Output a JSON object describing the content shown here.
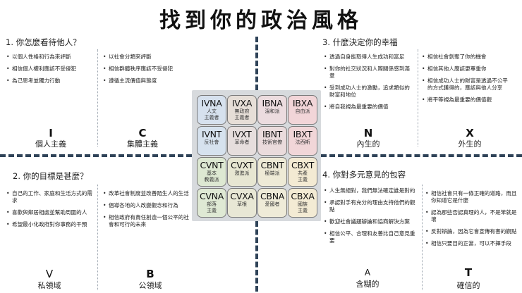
{
  "title": "找到你的政治風格",
  "quadrants": [
    {
      "title": "1. 你怎麼看待他人？",
      "left": {
        "items": [
          "以個人性格和行為來評斷",
          "相信個人權利應該不受侵犯",
          "為己思考並獨力行動"
        ],
        "letter": "I",
        "label": "個人主義"
      },
      "right": {
        "items": [
          "以社會分類來評斷",
          "相信群體秩序應該不受侵犯",
          "遵循主流價值與態度"
        ],
        "letter": "C",
        "label": "集體主義"
      }
    },
    {
      "title": "2. 你的目標是甚麼？",
      "left": {
        "items": [
          "自己的工作、家庭和生活方式的需求",
          "喜歡與鄰居相處並幫助周圍的人",
          "希望最小化政府對你事務的干預"
        ],
        "letter": "V",
        "label": "私領域"
      },
      "right": {
        "items": [
          "改革社會制度並改善陌生人的生活",
          "倡導各地的人改變觀念和行為",
          "相信政府有責任創造一個公平的社會和可行的未來"
        ],
        "letter": "B",
        "label": "公領域"
      }
    },
    {
      "title": "3. 什麼決定你的幸福",
      "left": {
        "items": [
          "透過自身能取得人生成功和富足",
          "對你的社交狀況和人際關係感到滿意",
          "受到成功人士的激勵，追求類似的財富和地位",
          "將自我視為最重要的價值"
        ],
        "letter": "N",
        "label": "內生的"
      },
      "right": {
        "items": [
          "相信社會剝奪了你的機會",
          "相信其他人應該更尊重你",
          "相信成功人士的財富是透過不公平的方式獲得的，應該與他人分享",
          "將平等視為最重要的價值觀"
        ],
        "letter": "X",
        "label": "外生的"
      }
    },
    {
      "title": "4. 你對多元意見的包容",
      "left": {
        "items": [
          "人生無絕對，我們無法確定誰是對的",
          "承認對手有充分的理由支持他們的觀點",
          "歡迎社會議題辯論和協商解決方案",
          "相信公平、合理和友善比自己意見重要"
        ],
        "letter": "A",
        "label": "含糊的"
      },
      "right": {
        "items": [
          "相信社會只有一條正確的道路，而且你知道它是什麼",
          "認為那些否認真理的人，不是笨就是壞",
          "反對辯論，因為它會宣傳有害的觀點",
          "相信只要目的正當，可以不擇手段"
        ],
        "letter": "T",
        "label": "確信的"
      }
    }
  ],
  "grid": [
    [
      {
        "code": "IVNA",
        "name": "人文\n主義者",
        "color": "#d6e1ee"
      },
      {
        "code": "IVXA",
        "name": "無政府\n主義者",
        "color": "#e6ded7"
      },
      {
        "code": "IBNA",
        "name": "溫和派",
        "color": "#ecdcdf"
      },
      {
        "code": "IBXA",
        "name": "自由派",
        "color": "#f2d5d8"
      }
    ],
    [
      {
        "code": "IVNT",
        "name": "反社會",
        "color": "#d6e2ee"
      },
      {
        "code": "IVXT",
        "name": "革命者",
        "color": "#e6dedd"
      },
      {
        "code": "IBNT",
        "name": "技術官僚",
        "color": "#eadbdc"
      },
      {
        "code": "IBXT",
        "name": "法西斯",
        "color": "#f1d6d8"
      }
    ],
    [
      {
        "code": "CVNT",
        "name": "基本\n教義派",
        "color": "#dde8d2"
      },
      {
        "code": "CVXT",
        "name": "激進派",
        "color": "#e7e6d2"
      },
      {
        "code": "CBNT",
        "name": "極端派",
        "color": "#eeead6"
      },
      {
        "code": "CBXT",
        "name": "共產\n主義",
        "color": "#f3ead3"
      }
    ],
    [
      {
        "code": "CVNA",
        "name": "部落\n主義",
        "color": "#dfe9d4"
      },
      {
        "code": "CVXA",
        "name": "草根",
        "color": "#e8e7d5"
      },
      {
        "code": "CBNA",
        "name": "愛國者",
        "color": "#efebd8"
      },
      {
        "code": "CBXA",
        "name": "國族\n主義",
        "color": "#f3ebd4"
      }
    ]
  ]
}
